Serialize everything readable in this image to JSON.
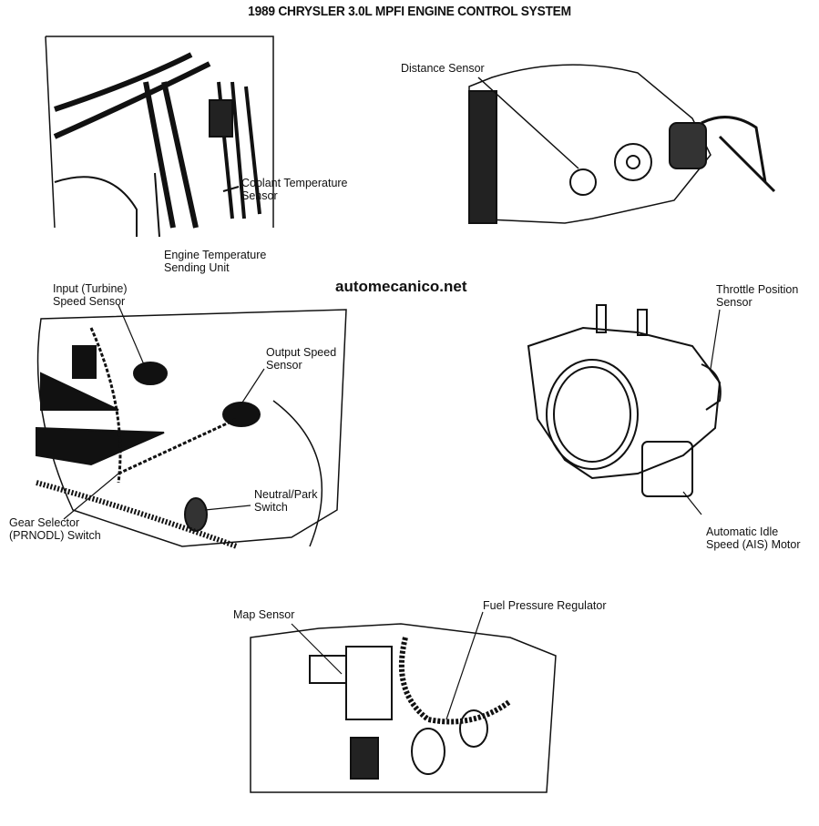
{
  "title": "1989 CHRYSLER 3.0L MPFI ENGINE CONTROL SYSTEM",
  "watermark": "automecanico.net",
  "labels": {
    "coolant": [
      "Coolant Temperature",
      "Sensor"
    ],
    "engine_temp": [
      "Engine Temperature",
      "Sending Unit"
    ],
    "distance": [
      "Distance Sensor"
    ],
    "input_speed": [
      "Input (Turbine)",
      "Speed Sensor"
    ],
    "output_speed": [
      "Output Speed",
      "Sensor"
    ],
    "neutral_park": [
      "Neutral/Park",
      "Switch"
    ],
    "gear_selector": [
      "Gear Selector",
      "(PRNODL) Switch"
    ],
    "throttle": [
      "Throttle Position",
      "Sensor"
    ],
    "ais": [
      "Automatic Idle",
      "Speed (AIS) Motor"
    ],
    "map": [
      "Map Sensor"
    ],
    "fuel_reg": [
      "Fuel Pressure Regulator"
    ]
  }
}
